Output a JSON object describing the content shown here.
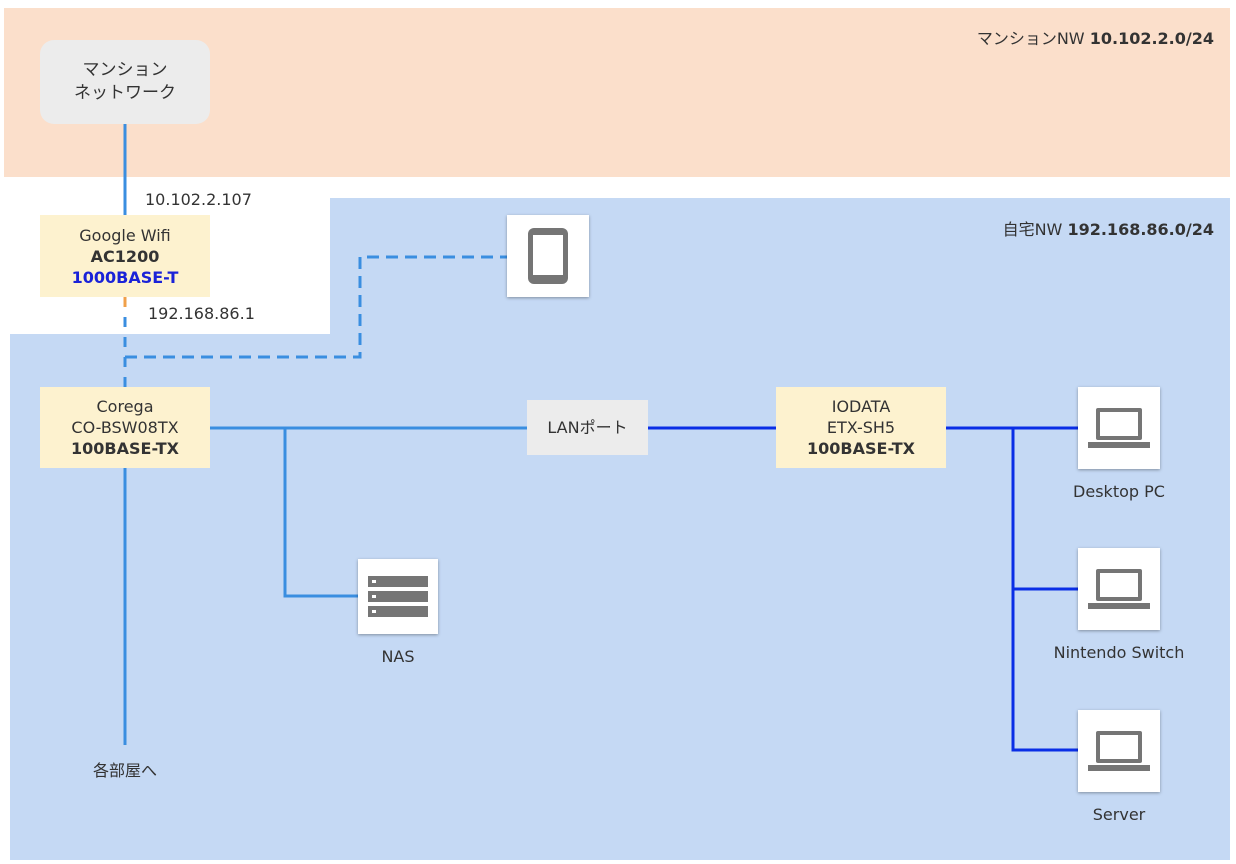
{
  "zones": {
    "mansion": {
      "name": "マンションNW",
      "subnet": "10.102.2.0/24"
    },
    "home": {
      "name": "自宅NW",
      "subnet": "192.168.86.0/24"
    }
  },
  "cloud": {
    "line1": "マンション",
    "line2": "ネットワーク"
  },
  "google_wifi": {
    "name": "Google Wifi",
    "model": "AC1200",
    "speed": "1000BASE-T",
    "wan_ip": "10.102.2.107",
    "lan_ip": "192.168.86.1"
  },
  "corega": {
    "name": "Corega",
    "model": "CO-BSW08TX",
    "speed": "100BASE-TX"
  },
  "iodata": {
    "name": "IODATA",
    "model": "ETX-SH5",
    "speed": "100BASE-TX"
  },
  "lan_port": "LANポート",
  "rooms_label": "各部屋へ",
  "nas": {
    "label": "NAS"
  },
  "endpoints": [
    {
      "label": "Desktop PC",
      "icon": "laptop-icon"
    },
    {
      "label": "Nintendo Switch",
      "icon": "laptop-icon"
    },
    {
      "label": "Server",
      "icon": "laptop-icon"
    }
  ],
  "phone": {
    "icon": "smartphone-icon"
  },
  "colors": {
    "mansion_bg": "#fbdfcb",
    "home_bg": "#c5d9f4",
    "device_bg": "#fdf2cf",
    "line_light_blue": "#3a8ee0",
    "line_dark_blue": "#0a2ee6",
    "line_orange": "#f0a04a",
    "icon_gray": "#757575"
  }
}
